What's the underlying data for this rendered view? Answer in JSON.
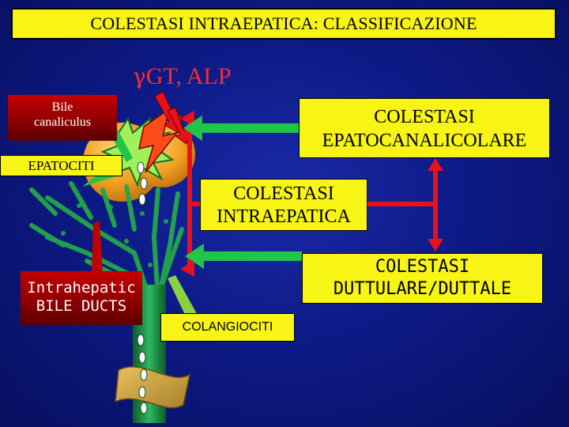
{
  "title": "COLESTASI INTRAEPATICA: CLASSIFICAZIONE",
  "subtitle": {
    "greek": "γ",
    "rest": "GT, ALP"
  },
  "labels": {
    "bile_canaliculus": [
      "Bile",
      "canaliculus"
    ],
    "epatociti": "EPATOCITI",
    "bile_ducts": [
      "Intrahepatic",
      "BILE DUCTS"
    ],
    "colangiociti": "COLANGIOCITI"
  },
  "boxes": {
    "epatocanalicolare": [
      "COLESTASI",
      "EPATOCANALICOLARE"
    ],
    "intraepatica": [
      "COLESTASI",
      "INTRAEPATICA"
    ],
    "duttulare": [
      "COLESTASI",
      "DUTTULARE/DUTTALE"
    ]
  },
  "colors": {
    "background": "#0d1a86",
    "yellow_box": "#f7f416",
    "red_box": "#b00000",
    "arrow_green": "#22c44a",
    "arrow_red": "#e8101a",
    "duct_green": "#1f9a4a",
    "liver_cell": "#f0a020"
  }
}
